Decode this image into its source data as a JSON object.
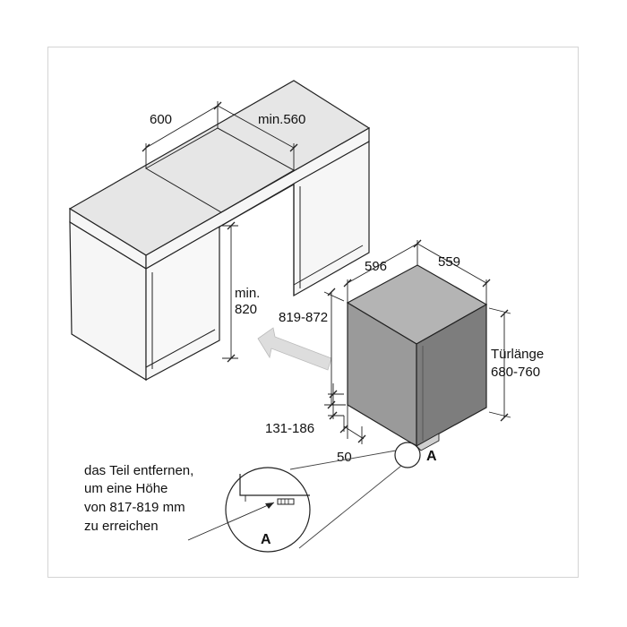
{
  "colors": {
    "cabinet_fill": "#f4f4f4",
    "cabinet_top": "#e6e6e6",
    "appliance_front": "#9a9a9a",
    "appliance_top": "#b4b4b4",
    "appliance_side": "#7d7d7d",
    "arrow_fill": "#dddddd",
    "line": "#222222",
    "callout_line": "#444444"
  },
  "dimensions": {
    "niche_width": "600",
    "niche_depth": "min.560",
    "niche_height_line1": "min.",
    "niche_height_line2": "820",
    "appliance_width": "596",
    "appliance_depth": "559",
    "appliance_height": "819-872",
    "plinth_height": "131-186",
    "plinth_depth": "50",
    "door_length_line1": "Türlänge",
    "door_length_line2": "680-760"
  },
  "detail": {
    "marker_main": "A",
    "marker_detail": "A",
    "note_lines": [
      "das Teil entfernen,",
      "um eine Höhe",
      "von 817-819 mm",
      "zu erreichen"
    ]
  }
}
